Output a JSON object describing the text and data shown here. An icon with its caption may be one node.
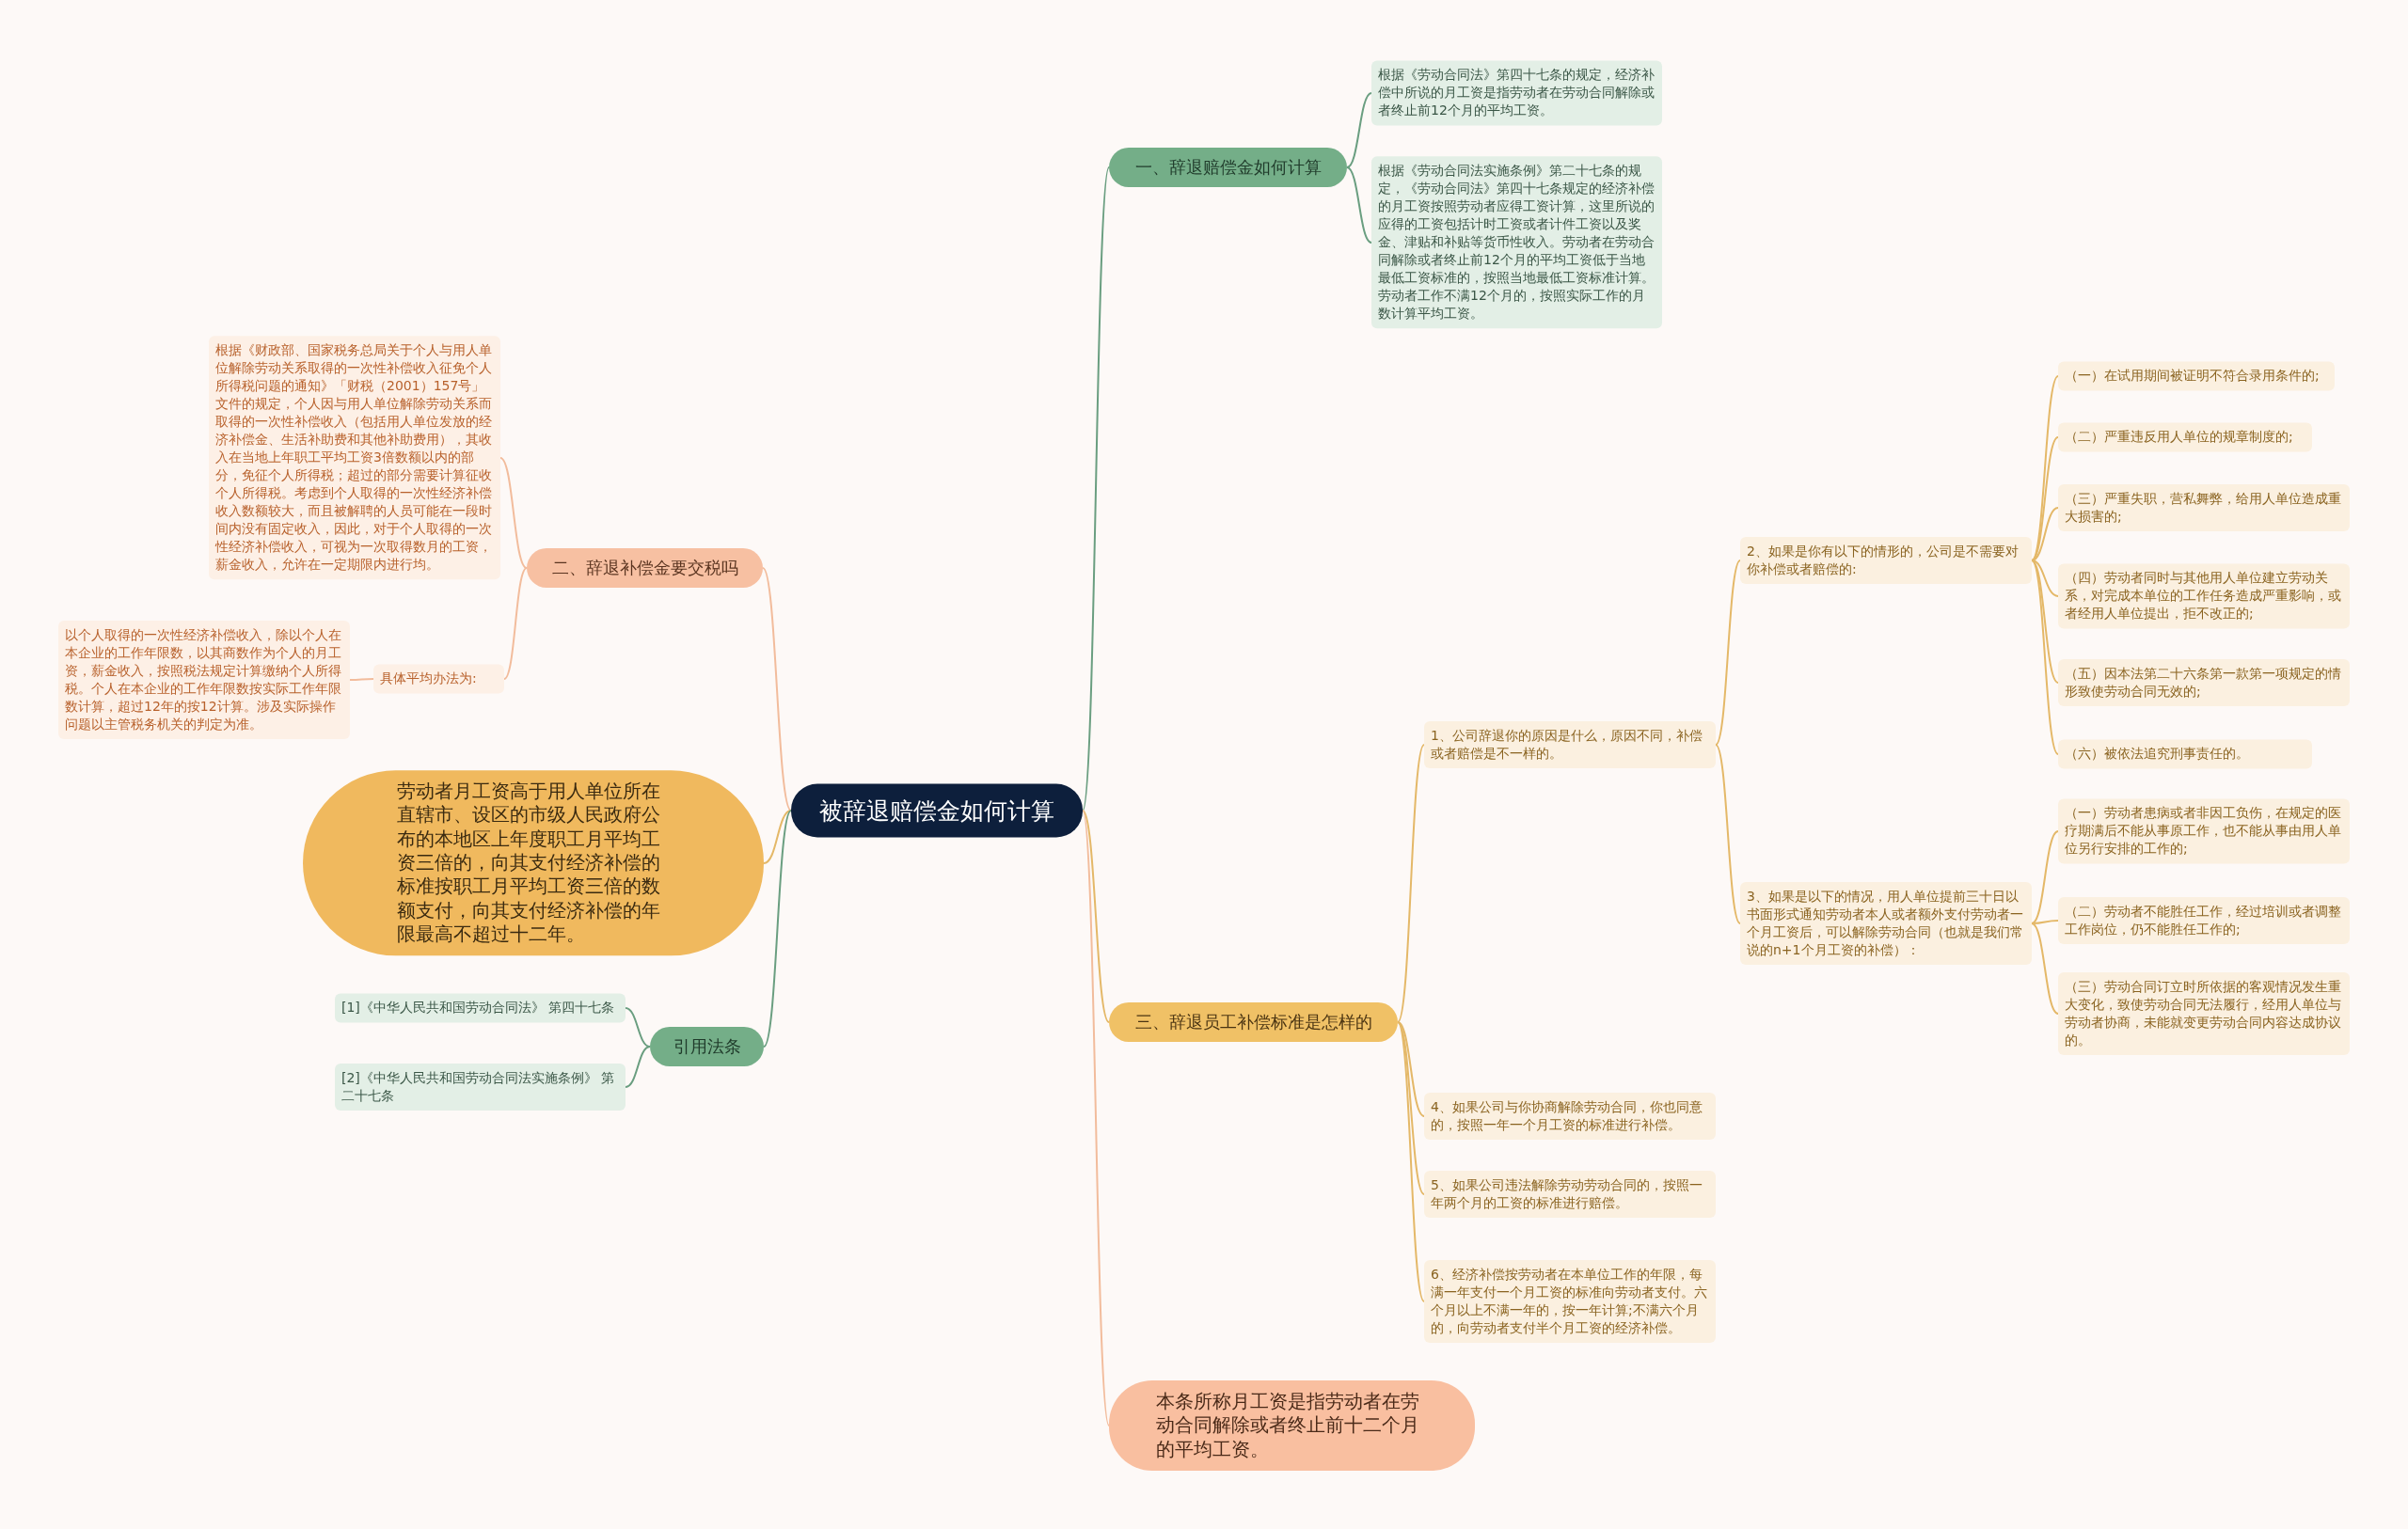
{
  "diagram": {
    "nodes": [
      {
        "text": [
          "被辞退赔偿金如何计算"
        ]
      },
      {
        "text": [
          "一、辞退赔偿金如何计算"
        ]
      },
      {
        "text": [
          "根据《劳动合同法》第四十七条的规定，经济补偿中所说的月工资是指劳动者在劳动合同解除或者终止前12个月的平均工资。"
        ]
      },
      {
        "text": [
          "根据《劳动合同法实施条例》第二十七条的规定，《劳动合同法》第四十七条规定的经济补偿的月工资按照劳动者应得工资计算，这里所说的应得的工资包括计时工资或者计件工资以及奖金、津贴和补贴等货币性收入。劳动者在劳动合同解除或者终止前12个月的平均工资低于当地最低工资标准的，按照当地最低工资标准计算。劳动者工作不满12个月的，按照实际工作的月数计算平均工资。"
        ]
      },
      {
        "text": [
          "二、辞退补偿金要交税吗"
        ]
      },
      {
        "text": [
          "根据《财政部、国家税务总局关于个人与用人单位解除劳动关系取得的一次性补偿收入征免个人所得税问题的通知》「财税（2001）157号」文件的规定，个人因与用人单位解除劳动关系而取得的一次性补偿收入（包括用人单位发放的经济补偿金、生活补助费和其他补助费用），其收入在当地上年职工平均工资3倍数额以内的部分，免征个人所得税；超过的部分需要计算征收个人所得税。考虑到个人取得的一次性经济补偿收入数额较大，而且被解聘的人员可能在一段时间内没有固定收入，因此，对于个人取得的一次性经济补偿收入，可视为一次取得数月的工资，薪金收入，允许在一定期限内进行均。"
        ]
      },
      {
        "text": [
          "具体平均办法为:"
        ]
      },
      {
        "text": [
          "以个人取得的一次性经济补偿收入，除以个人在本企业的工作年限数，以其商数作为个人的月工资，薪金收入，按照税法规定计算缴纳个人所得税。个人在本企业的工作年限数按实际工作年限数计算，超过12年的按12计算。涉及实际操作问题以主管税务机关的判定为准。"
        ]
      },
      {
        "text": [
          "劳动者月工资高于用人单位所在直辖市、设区的市级人民政府公布的本地区上年度职工月平均工资三倍的，向其支付经济补偿的标准按职工月平均工资三倍的数额支付，向其支付经济补偿的年限最高不超过十二年。"
        ]
      },
      {
        "text": [
          "引用法条"
        ]
      },
      {
        "text": [
          "[1]《中华人民共和国劳动合同法》 第四十七条"
        ]
      },
      {
        "text": [
          "[2]《中华人民共和国劳动合同法实施条例》 第二十七条"
        ]
      },
      {
        "text": [
          "三、辞退员工补偿标准是怎样的"
        ]
      },
      {
        "text": [
          "1、公司辞退你的原因是什么，原因不同，补偿或者赔偿是不一样的。"
        ]
      },
      {
        "text": [
          "2、如果是你有以下的情形的，公司是不需要对你补偿或者赔偿的:"
        ]
      },
      {
        "text": [
          "（一）在试用期间被证明不符合录用条件的;"
        ]
      },
      {
        "text": [
          "（二）严重违反用人单位的规章制度的;"
        ]
      },
      {
        "text": [
          "（三）严重失职，营私舞弊，给用人单位造成重大损害的;"
        ]
      },
      {
        "text": [
          "（四）劳动者同时与其他用人单位建立劳动关系，对完成本单位的工作任务造成严重影响，或者经用人单位提出，拒不改正的;"
        ]
      },
      {
        "text": [
          "（五）因本法第二十六条第一款第一项规定的情形致使劳动合同无效的;"
        ]
      },
      {
        "text": [
          "（六）被依法追究刑事责任的。"
        ]
      },
      {
        "text": [
          "3、如果是以下的情况，用人单位提前三十日以书面形式通知劳动者本人或者额外支付劳动者一个月工资后，可以解除劳动合同（也就是我们常说的n+1个月工资的补偿）："
        ]
      },
      {
        "text": [
          "（一）劳动者患病或者非因工负伤，在规定的医疗期满后不能从事原工作，也不能从事由用人单位另行安排的工作的;"
        ]
      },
      {
        "text": [
          "（二）劳动者不能胜任工作，经过培训或者调整工作岗位，仍不能胜任工作的;"
        ]
      },
      {
        "text": [
          "（三）劳动合同订立时所依据的客观情况发生重大变化，致使劳动合同无法履行，经用人单位与劳动者协商，未能就变更劳动合同内容达成协议的。"
        ]
      },
      {
        "text": [
          "4、如果公司与你协商解除劳动合同，你也同意的，按照一年一个月工资的标准进行补偿。"
        ]
      },
      {
        "text": [
          "5、如果公司违法解除劳动劳动合同的，按照一年两个月的工资的标准进行赔偿。"
        ]
      },
      {
        "text": [
          "6、经济补偿按劳动者在本单位工作的年限，每满一年支付一个月工资的标准向劳动者支付。六个月以上不满一年的，按一年计算;不满六个月的，向劳动者支付半个月工资的经济补偿。"
        ]
      },
      {
        "text": [
          "本条所称月工资是指劳动者在劳动合同解除或者终止前十二个月的平均工资。"
        ]
      }
    ],
    "edges": [
      {
        "from": 0,
        "to": 1,
        "arrow": "none",
        "color": "#6a9e80"
      },
      {
        "from": 1,
        "to": 2,
        "arrow": "none",
        "color": "#6a9e80"
      },
      {
        "from": 1,
        "to": 3,
        "arrow": "none",
        "color": "#6a9e80"
      },
      {
        "from": 0,
        "to": 4,
        "arrow": "none",
        "color": "#f2bc9c"
      },
      {
        "from": 4,
        "to": 5,
        "arrow": "none",
        "color": "#f2bc9c"
      },
      {
        "from": 4,
        "to": 6,
        "arrow": "none",
        "color": "#f2bc9c"
      },
      {
        "from": 6,
        "to": 7,
        "arrow": "none",
        "color": "#f2bc9c"
      },
      {
        "from": 0,
        "to": 8,
        "arrow": "none"
      },
      {
        "from": 0,
        "to": 9,
        "arrow": "none",
        "color": "#6a9e80"
      },
      {
        "from": 9,
        "to": 10,
        "arrow": "none",
        "color": "#6a9e80"
      },
      {
        "from": 9,
        "to": 11,
        "arrow": "none",
        "color": "#6a9e80"
      },
      {
        "from": 0,
        "to": 12,
        "arrow": "none"
      },
      {
        "from": 12,
        "to": 13,
        "arrow": "none"
      },
      {
        "from": 13,
        "to": 14,
        "arrow": "none"
      },
      {
        "from": 14,
        "to": 15,
        "arrow": "none"
      },
      {
        "from": 14,
        "to": 16,
        "arrow": "none"
      },
      {
        "from": 14,
        "to": 17,
        "arrow": "none"
      },
      {
        "from": 14,
        "to": 18,
        "arrow": "none"
      },
      {
        "from": 14,
        "to": 19,
        "arrow": "none"
      },
      {
        "from": 14,
        "to": 20,
        "arrow": "none"
      },
      {
        "from": 13,
        "to": 21,
        "arrow": "none"
      },
      {
        "from": 21,
        "to": 22,
        "arrow": "none"
      },
      {
        "from": 21,
        "to": 23,
        "arrow": "none"
      },
      {
        "from": 21,
        "to": 24,
        "arrow": "none"
      },
      {
        "from": 12,
        "to": 25,
        "arrow": "none"
      },
      {
        "from": 12,
        "to": 26,
        "arrow": "none"
      },
      {
        "from": 12,
        "to": 27,
        "arrow": "none"
      },
      {
        "from": 0,
        "to": 28,
        "arrow": "none",
        "color": "#f2bc9c"
      }
    ]
  }
}
